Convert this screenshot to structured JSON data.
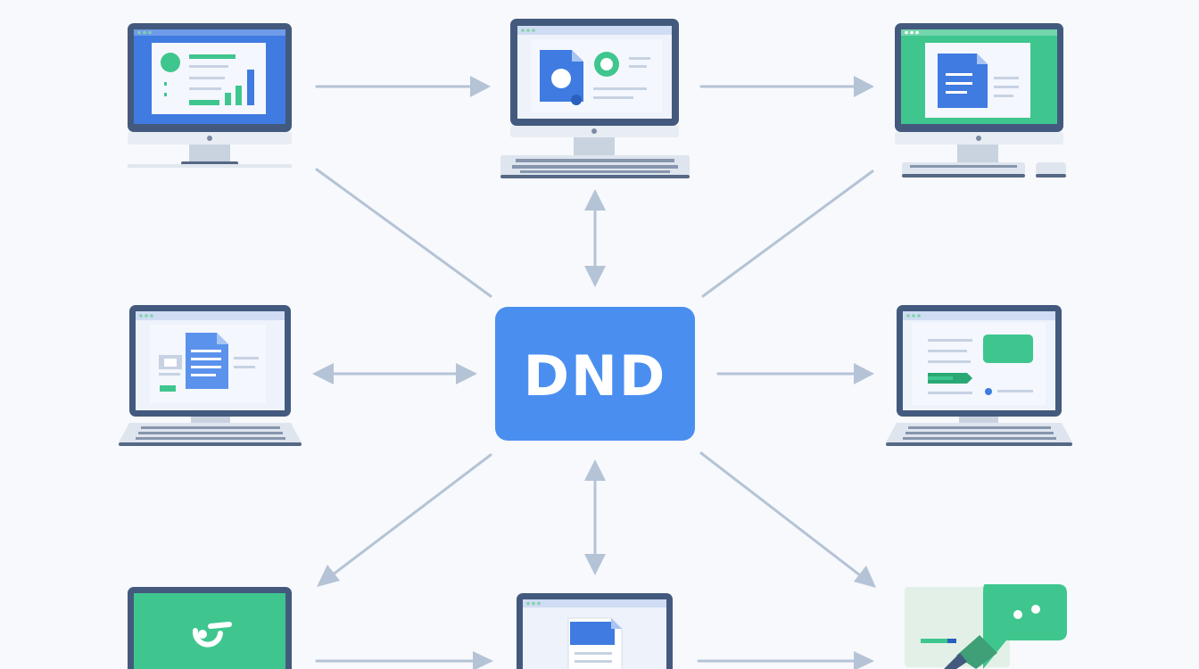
{
  "hub": {
    "label": "DND",
    "color": "#4a8ff0"
  },
  "nodes": [
    {
      "id": "top-left",
      "device": "desktop-monitor",
      "content": "dashboard-chart"
    },
    {
      "id": "top-center",
      "device": "desktop-with-keyboard",
      "content": "document-with-circle"
    },
    {
      "id": "top-right",
      "device": "desktop-with-keyboard-and-mouse",
      "content": "document-on-green"
    },
    {
      "id": "middle-left",
      "device": "laptop",
      "content": "document-pages"
    },
    {
      "id": "middle-right",
      "device": "laptop",
      "content": "media-card"
    },
    {
      "id": "bottom-left",
      "device": "monitor",
      "content": "green-screen-symbol"
    },
    {
      "id": "bottom-center",
      "device": "monitor",
      "content": "document"
    },
    {
      "id": "bottom-right",
      "device": "chat-bubble",
      "content": "chat-with-pointer"
    }
  ],
  "colors": {
    "accent": "#4a8ff0",
    "green": "#3fc68e",
    "arrow": "#b5c3d6",
    "background": "#f7f9fc"
  }
}
